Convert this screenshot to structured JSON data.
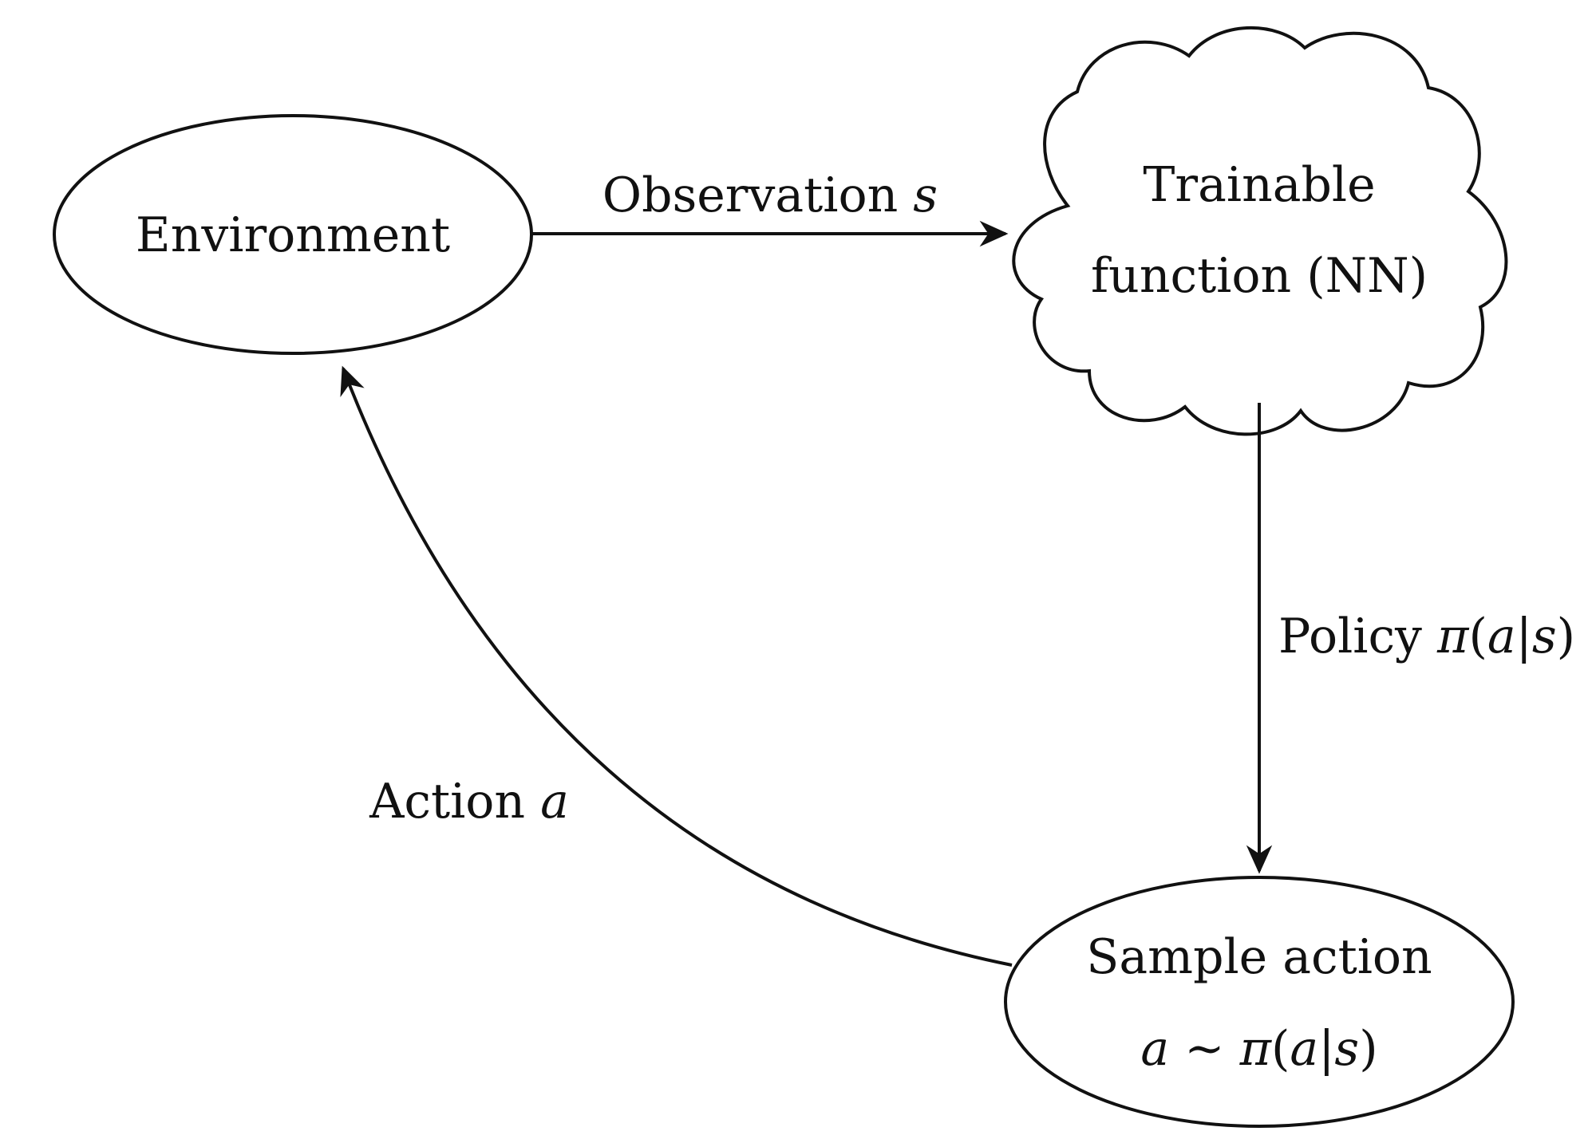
{
  "nodes": {
    "environment": {
      "label": "Environment"
    },
    "trainable": {
      "line1": "Trainable",
      "line2": "function (NN)"
    },
    "sample": {
      "line1": "Sample action",
      "line2_var": "a",
      "line2_rel": " ~ ",
      "line2_pi": "π",
      "line2_open": "(",
      "line2_a": "a",
      "line2_bar": "|",
      "line2_s": "s",
      "line2_close": ")"
    }
  },
  "edges": {
    "observation": {
      "text": "Observation ",
      "var": "s"
    },
    "policy": {
      "text": "Policy ",
      "pi": "π",
      "open": "(",
      "a": "a",
      "bar": "|",
      "s": "s",
      "close": ")"
    },
    "action": {
      "text": "Action ",
      "var": "a"
    }
  },
  "colors": {
    "stroke": "#111111",
    "background": "#ffffff"
  }
}
